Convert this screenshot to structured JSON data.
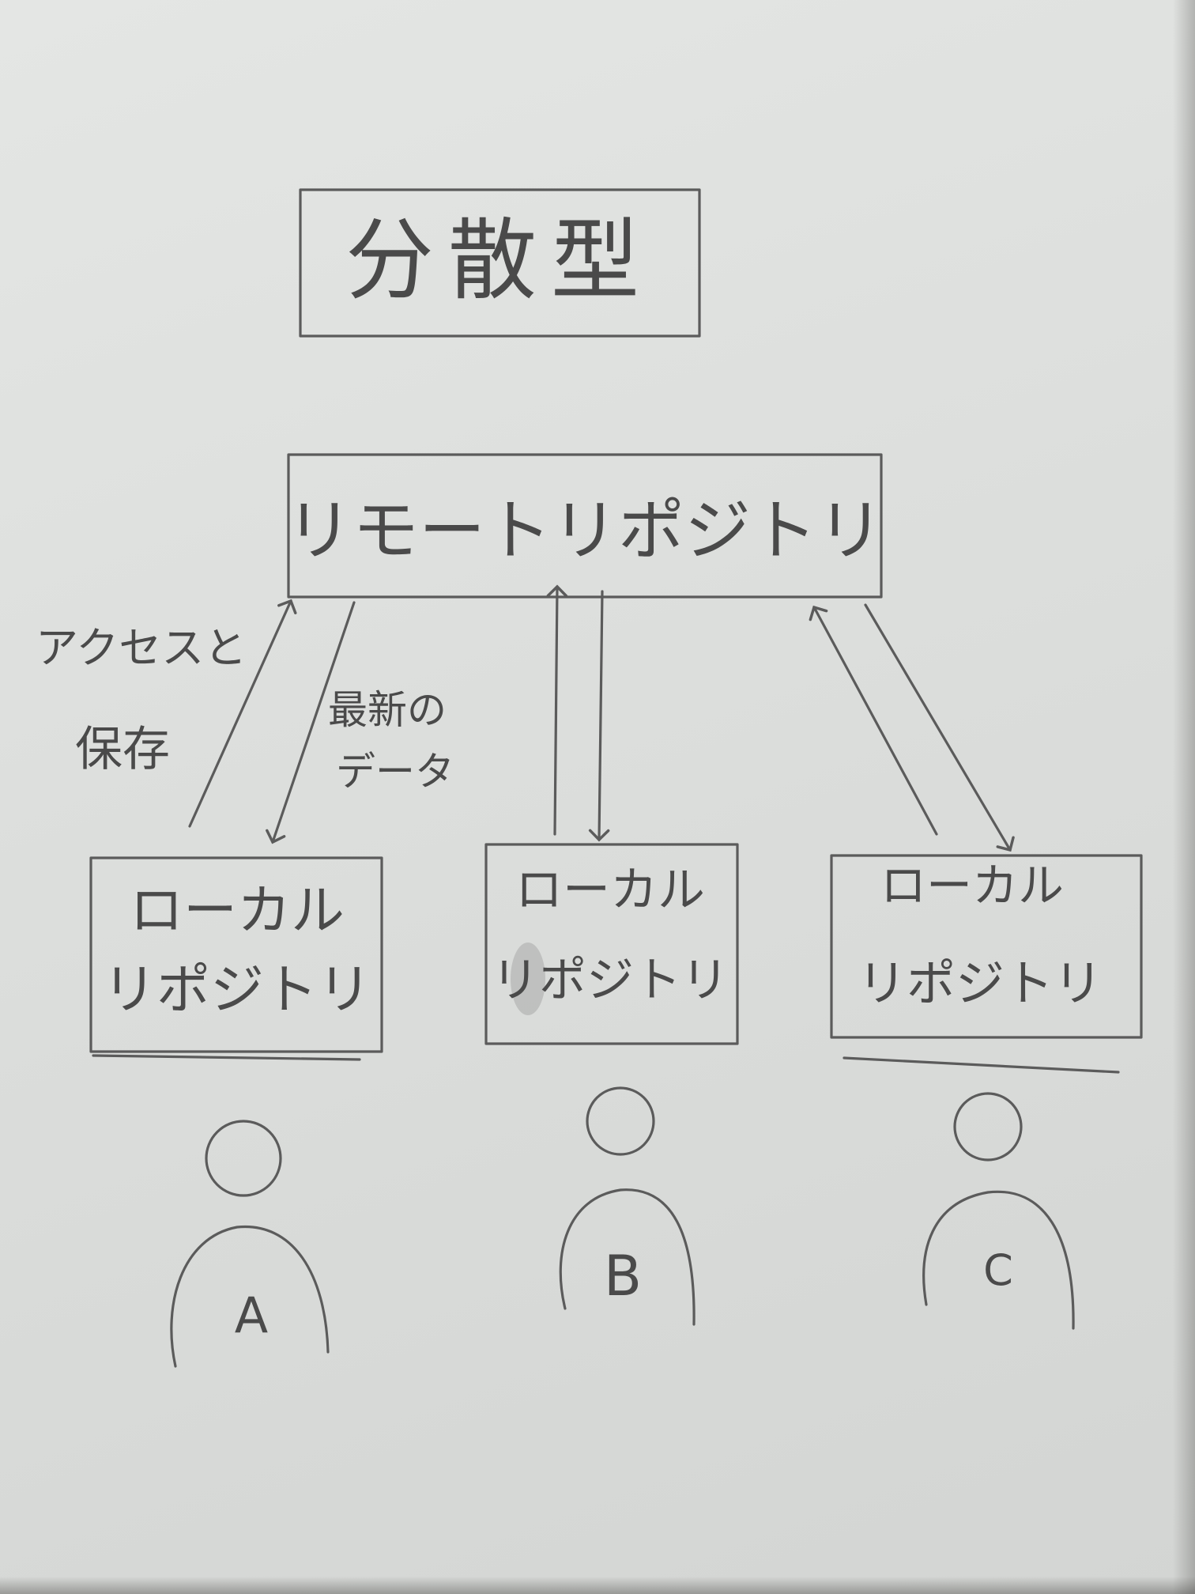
{
  "title": "分散型",
  "remote": {
    "label": "リモートリポジトリ"
  },
  "annotations": {
    "upload_line1": "アクセスと",
    "upload_line2": "保存",
    "download_line1": "最新の",
    "download_line2": "データ"
  },
  "locals": [
    {
      "line1": "ローカル",
      "line2": "リポジトリ",
      "user": "A"
    },
    {
      "line1": "ローカル",
      "line2": "リポジトリ",
      "user": "B"
    },
    {
      "line1": "ローカル",
      "line2": "リポジトリ",
      "user": "C"
    }
  ],
  "colors": {
    "paper": "#dcdedc",
    "pencil": "#4a4a4a"
  }
}
